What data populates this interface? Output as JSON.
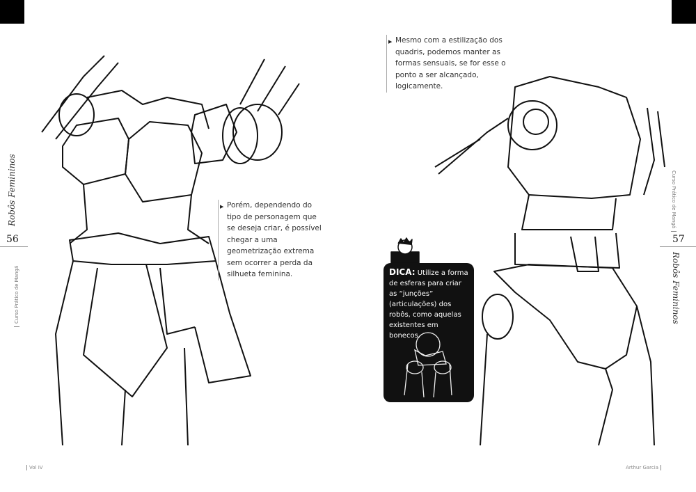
{
  "left_page": {
    "page_number": "56",
    "running_title": "Robôs Femininos",
    "book_title": "Curso Prático de Mangá",
    "note": "Porém, dependendo do tipo de personagem que se deseja criar, é possível chegar a uma geometrização extrema sem ocorrer a perda da silhueta feminina.",
    "footer": "Vol IV"
  },
  "right_page": {
    "page_number": "57",
    "running_title": "Robôs Femininos",
    "book_title": "Curso Prático de Mangá",
    "note": "Mesmo com a estilização dos quadris, podemos manter as formas sensuais, se for esse o ponto a ser alcançado, logicamente.",
    "tip": {
      "label": "DICA:",
      "text": "Utilize a forma de esferas para criar as “junções” (articulações) dos robôs, como aquelas existentes em bonecos."
    },
    "footer": "Arthur Garcia"
  }
}
